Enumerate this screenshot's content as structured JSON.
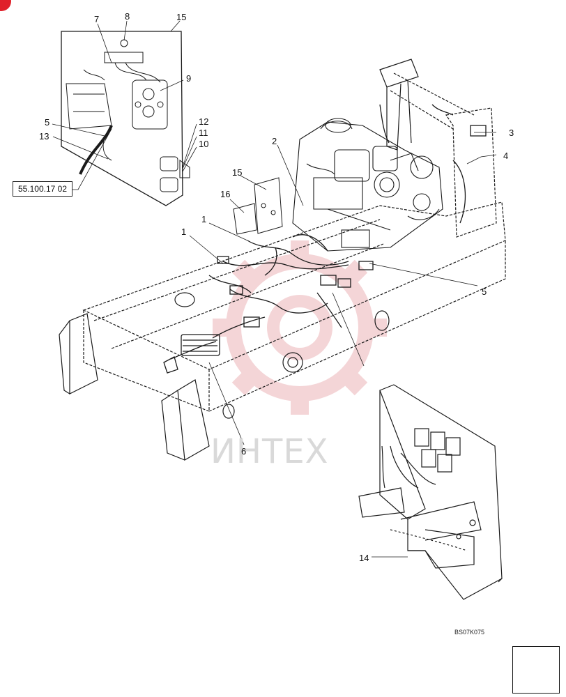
{
  "diagram": {
    "callouts": {
      "c7": "7",
      "c8": "8",
      "c15a": "15",
      "c9": "9",
      "c5a": "5",
      "c13": "13",
      "c12": "12",
      "c11": "11",
      "c10": "10",
      "c2": "2",
      "c3": "3",
      "c4": "4",
      "c15b": "15",
      "c16": "16",
      "c1a": "1",
      "c1b": "1",
      "c5b": "5",
      "c6": "6",
      "c14": "14"
    },
    "reference_box": "55.100.17 02",
    "drawing_code": "BS07K075",
    "watermark": "ИНТЕХ"
  },
  "colors": {
    "line": "#1a1a1a",
    "watermark": "#e9a9ae",
    "accent": "#e0202a"
  },
  "icons": {
    "navigation": "arrow-icon"
  }
}
